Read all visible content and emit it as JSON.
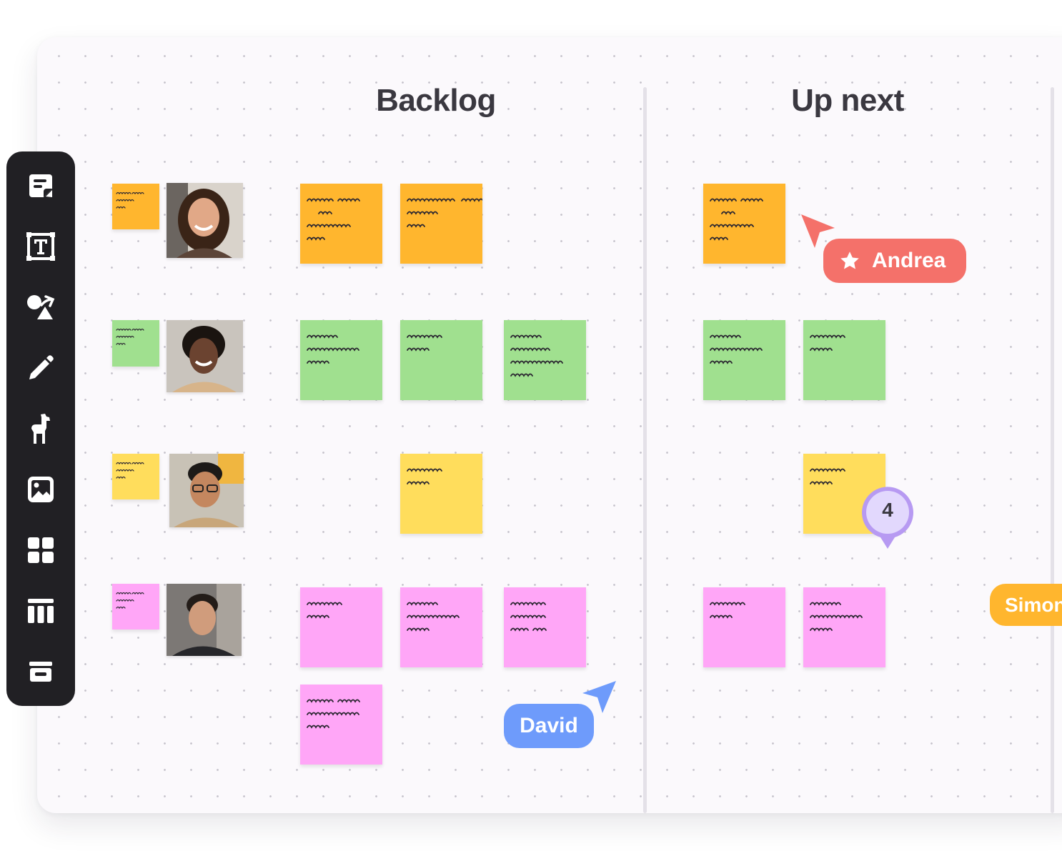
{
  "columns": [
    {
      "title": "Backlog"
    },
    {
      "title": "Up next"
    }
  ],
  "toolbar": {
    "tools": [
      {
        "name": "sticky-note-tool",
        "icon": "sticky-note-icon"
      },
      {
        "name": "text-tool",
        "icon": "text-icon"
      },
      {
        "name": "shapes-tool",
        "icon": "shapes-icon"
      },
      {
        "name": "pen-tool",
        "icon": "pencil-icon"
      },
      {
        "name": "stamp-tool",
        "icon": "llama-icon"
      },
      {
        "name": "image-tool",
        "icon": "image-icon"
      },
      {
        "name": "widgets-tool",
        "icon": "grid-icon"
      },
      {
        "name": "table-tool",
        "icon": "table-icon"
      },
      {
        "name": "section-tool",
        "icon": "section-icon"
      }
    ]
  },
  "cursors": [
    {
      "name": "Andrea",
      "color": "#f4716a",
      "badge": "star-icon"
    },
    {
      "name": "David",
      "color": "#6e9bfb"
    },
    {
      "name": "Simon",
      "color": "#ffb62e"
    }
  ],
  "comment_pin": {
    "count": "4",
    "color": "#d8cbfb"
  },
  "colors": {
    "orange": "#ffb62e",
    "green": "#a0e08f",
    "yellow": "#ffdd5c",
    "pink": "#ffa6f7",
    "toolbar": "#212024"
  }
}
